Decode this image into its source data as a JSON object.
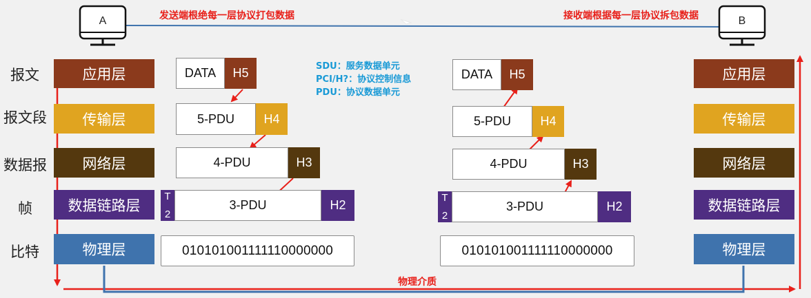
{
  "top": {
    "host_a": "A",
    "host_b": "B",
    "send_note": "发送端根绝每一层协议打包数据",
    "recv_note": "接收端根据每一层协议拆包数据"
  },
  "row_labels": [
    "报文",
    "报文段",
    "数据报",
    "帧",
    "比特"
  ],
  "layers": [
    "应用层",
    "传输层",
    "网络层",
    "数据链路层",
    "物理层"
  ],
  "legend": {
    "sdu": "SDU：服务数据单元",
    "pci": "PCI/H?：协议控制信息",
    "pdu": "PDU：协议数据单元"
  },
  "packets": {
    "app_data": "DATA",
    "app_header": "H5",
    "transport_data": "5-PDU",
    "transport_header": "H4",
    "network_data": "4-PDU",
    "network_header": "H3",
    "link_data": "3-PDU",
    "link_header": "H2",
    "link_trailer_top": "T",
    "link_trailer_bottom": "2",
    "physical_bits": "010101001111110000000"
  },
  "bottom": {
    "medium_label": "物理介质"
  },
  "colors": {
    "application": "#8b3a1c",
    "transport": "#e0a420",
    "network": "#54380e",
    "datalink": "#4f2d82",
    "physical": "#3f73ad",
    "arrow": "#e8201a",
    "legend": "#1a9ad6"
  }
}
